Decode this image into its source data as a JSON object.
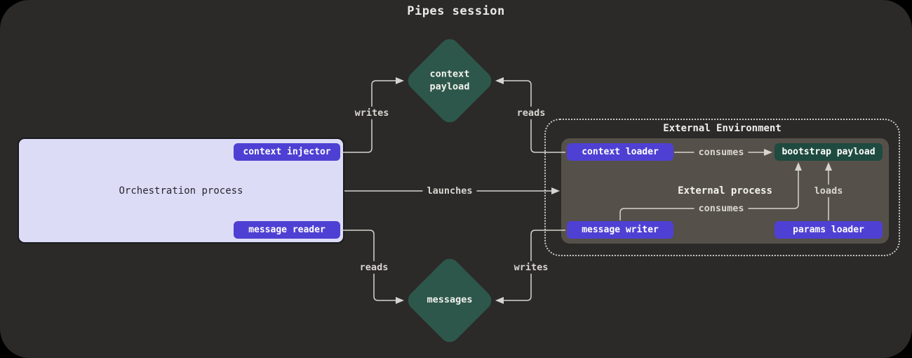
{
  "title": "Pipes session",
  "colors": {
    "page_background": "#000000",
    "canvas_background": "#2b2a28",
    "accent_purple": "#4f40d4",
    "store_green": "#2d574a",
    "payload_green": "#1f4a40",
    "process_gray": "#55514a",
    "orchestration_lavender": "#dcdcf7",
    "wire": "#d6d4d0"
  },
  "orchestration": {
    "label": "Orchestration process",
    "buttons": [
      {
        "label": "context injector"
      },
      {
        "label": "message reader"
      }
    ]
  },
  "external_environment": {
    "title": "External Environment",
    "process_label": "External process",
    "nodes": {
      "context_loader": "context loader",
      "message_writer": "message writer",
      "params_loader": "params loader",
      "bootstrap_payload": "bootstrap payload"
    }
  },
  "data_stores": {
    "context_payload": {
      "line1": "context",
      "line2": "payload"
    },
    "messages": {
      "label": "messages"
    }
  },
  "edge_labels": {
    "writes_top": "writes",
    "reads_top": "reads",
    "launches": "launches",
    "consumes_top": "consumes",
    "consumes_bottom": "consumes",
    "loads": "loads",
    "reads_bottom": "reads",
    "writes_bottom": "writes"
  }
}
